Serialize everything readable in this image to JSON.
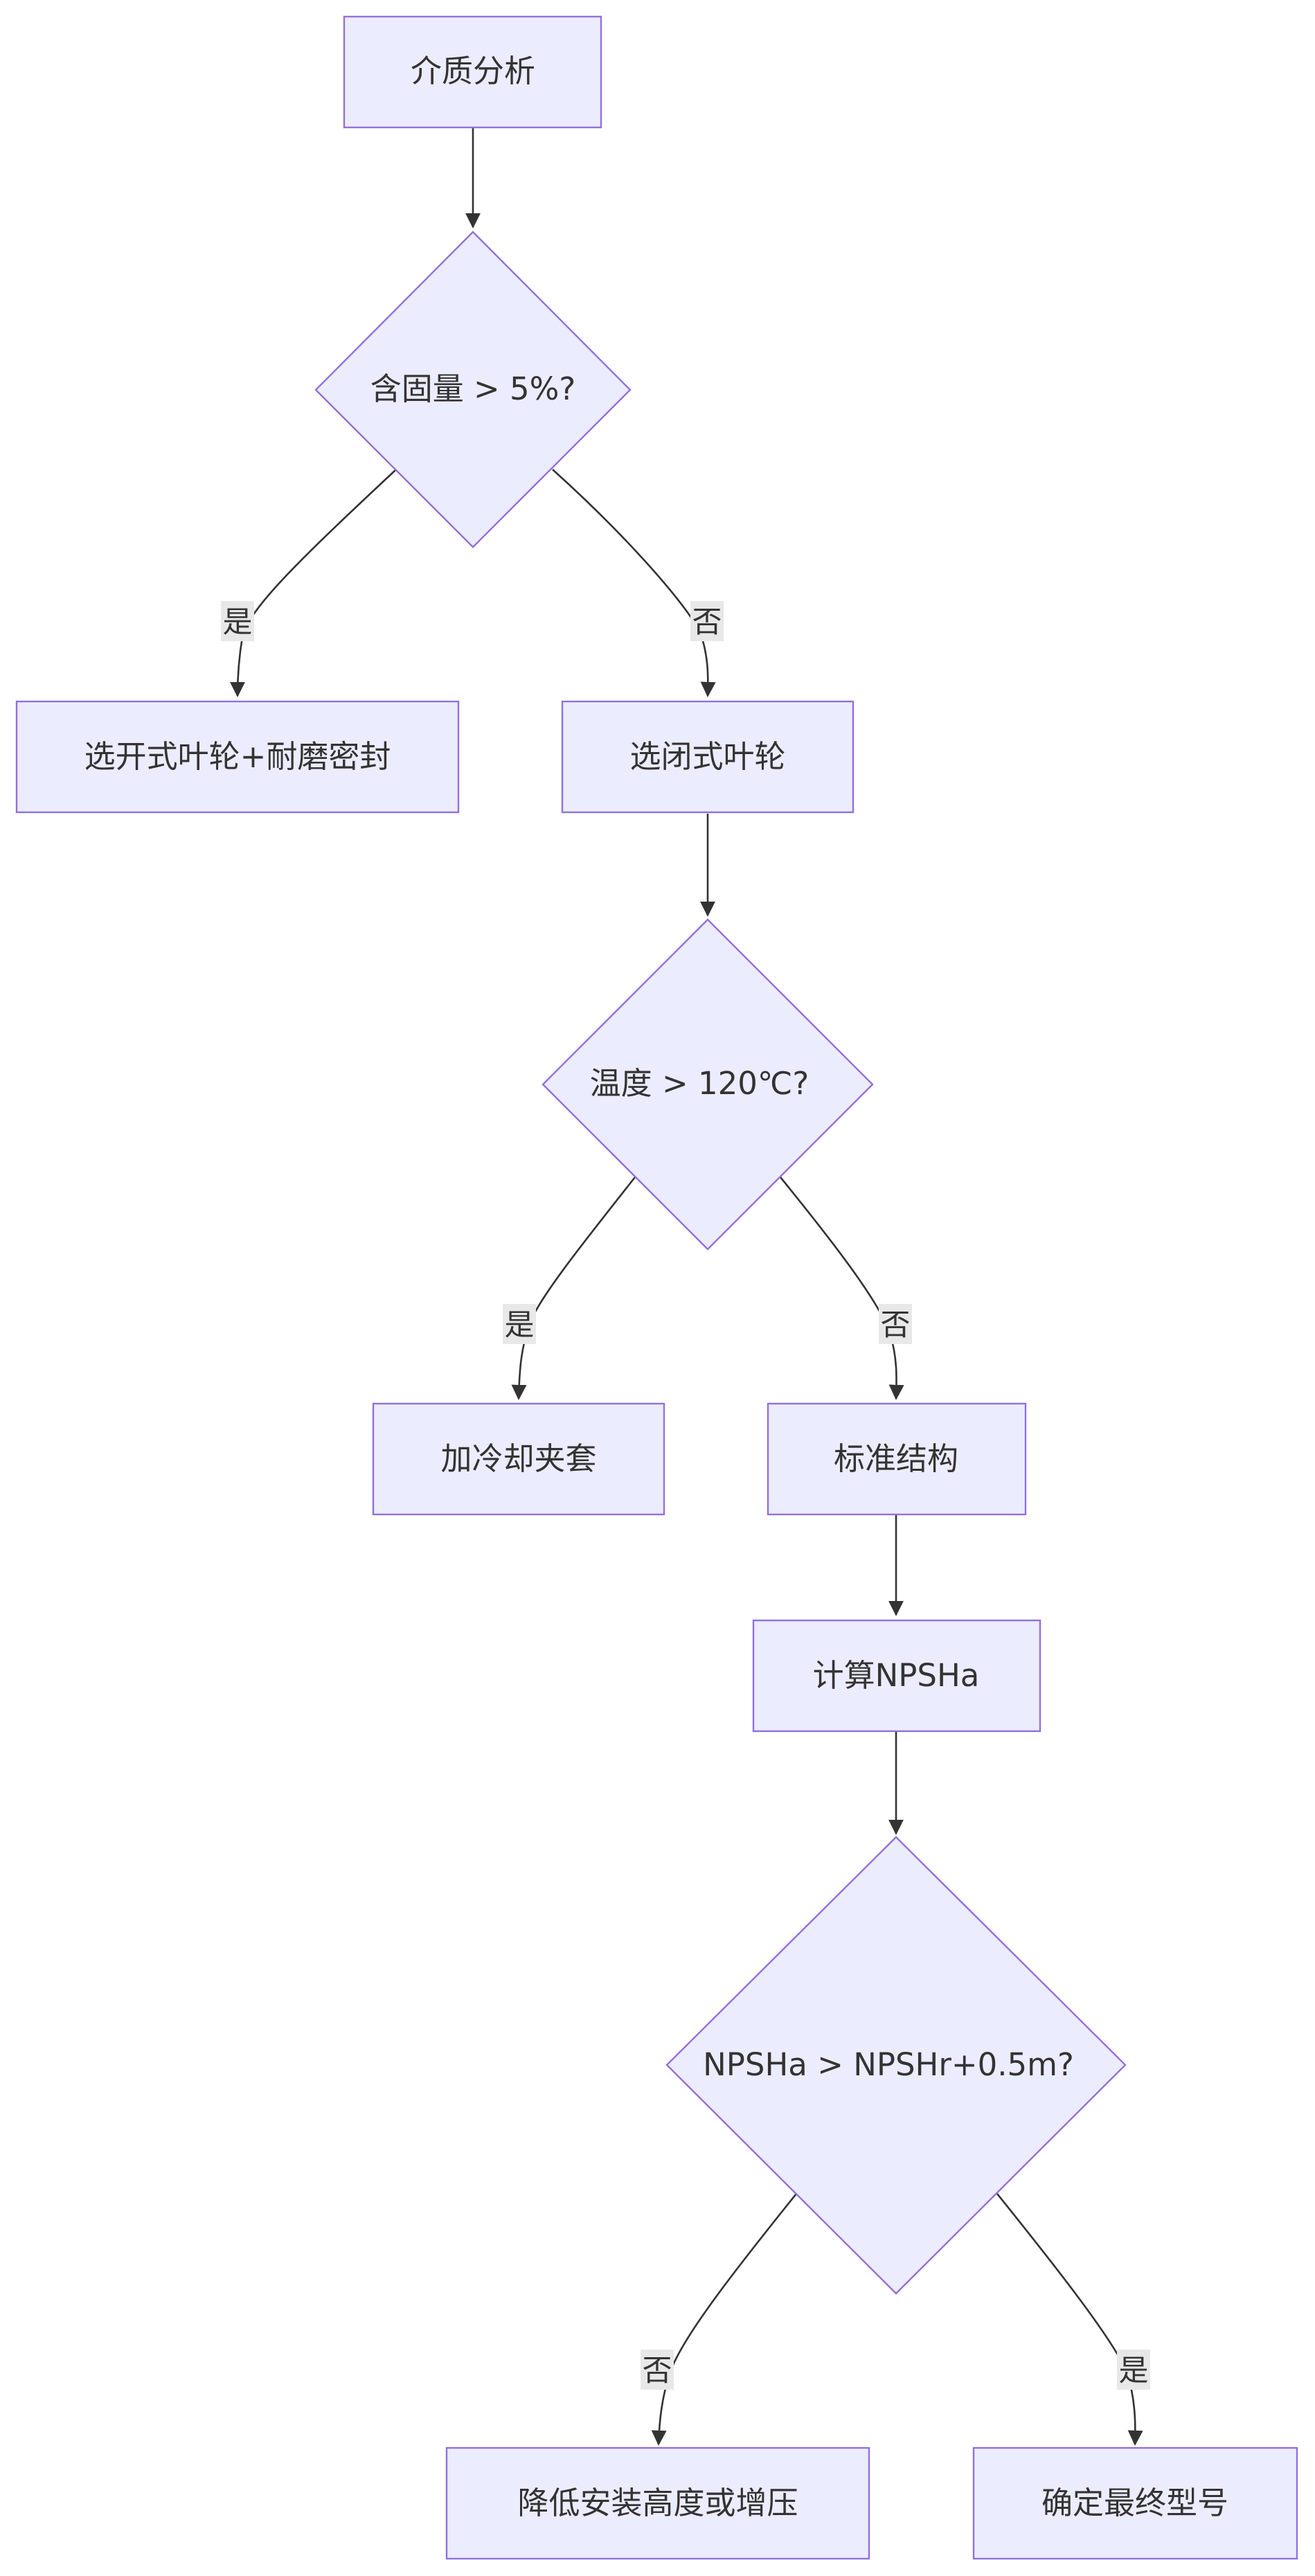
{
  "flowchart": {
    "nodes": {
      "medium_analysis": "介质分析",
      "solids_check": "含固量 > 5%?",
      "open_impeller": "选开式叶轮+耐磨密封",
      "closed_impeller": "选闭式叶轮",
      "temp_check": "温度 > 120℃?",
      "cooling_jacket": "加冷却夹套",
      "standard_structure": "标准结构",
      "calc_npsha": "计算NPSHa",
      "npsh_check": "NPSHa > NPSHr+0.5m?",
      "lower_install": "降低安装高度或增压",
      "final_model": "确定最终型号"
    },
    "edges": {
      "solids_yes": "是",
      "solids_no": "否",
      "temp_yes": "是",
      "temp_no": "否",
      "npsh_no": "否",
      "npsh_yes": "是"
    },
    "colors": {
      "node_fill": "#ECECFF",
      "node_stroke": "#9370DB",
      "edge": "#333333",
      "label_bg": "#e8e8e8"
    }
  }
}
